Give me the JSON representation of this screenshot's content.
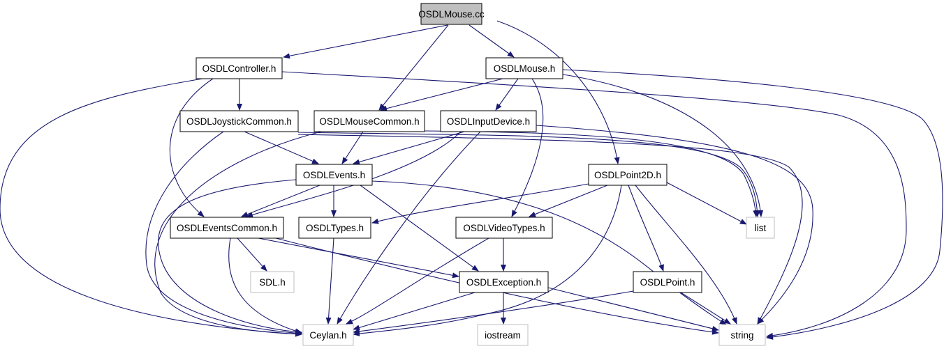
{
  "diagram": {
    "type": "include-dependency-graph",
    "root": "OSDLMouse.cc",
    "colors": {
      "root_fill": "#bfbfbf",
      "node_border": "#000000",
      "external_border": "#bfbfbf",
      "edge": "#191970",
      "background": "#ffffff"
    },
    "nodes": [
      {
        "id": "mouse_cc",
        "label": "OSDLMouse.cc",
        "kind": "root"
      },
      {
        "id": "controller_h",
        "label": "OSDLController.h",
        "kind": "file"
      },
      {
        "id": "mouse_h",
        "label": "OSDLMouse.h",
        "kind": "file"
      },
      {
        "id": "joystick_common_h",
        "label": "OSDLJoystickCommon.h",
        "kind": "file"
      },
      {
        "id": "mouse_common_h",
        "label": "OSDLMouseCommon.h",
        "kind": "file"
      },
      {
        "id": "input_device_h",
        "label": "OSDLInputDevice.h",
        "kind": "file"
      },
      {
        "id": "events_h",
        "label": "OSDLEvents.h",
        "kind": "file"
      },
      {
        "id": "point2d_h",
        "label": "OSDLPoint2D.h",
        "kind": "file"
      },
      {
        "id": "events_common_h",
        "label": "OSDLEventsCommon.h",
        "kind": "file"
      },
      {
        "id": "types_h",
        "label": "OSDLTypes.h",
        "kind": "file"
      },
      {
        "id": "video_types_h",
        "label": "OSDLVideoTypes.h",
        "kind": "file"
      },
      {
        "id": "list",
        "label": "list",
        "kind": "external"
      },
      {
        "id": "sdl_h",
        "label": "SDL.h",
        "kind": "external"
      },
      {
        "id": "exception_h",
        "label": "OSDLException.h",
        "kind": "file"
      },
      {
        "id": "point_h",
        "label": "OSDLPoint.h",
        "kind": "file"
      },
      {
        "id": "ceylan_h",
        "label": "Ceylan.h",
        "kind": "external"
      },
      {
        "id": "iostream",
        "label": "iostream",
        "kind": "external"
      },
      {
        "id": "string",
        "label": "string",
        "kind": "external"
      }
    ],
    "edges": [
      {
        "from": "mouse_cc",
        "to": "controller_h"
      },
      {
        "from": "mouse_cc",
        "to": "mouse_h"
      },
      {
        "from": "mouse_cc",
        "to": "mouse_common_h"
      },
      {
        "from": "mouse_cc",
        "to": "point2d_h"
      },
      {
        "from": "controller_h",
        "to": "joystick_common_h"
      },
      {
        "from": "controller_h",
        "to": "events_common_h"
      },
      {
        "from": "controller_h",
        "to": "ceylan_h"
      },
      {
        "from": "controller_h",
        "to": "string"
      },
      {
        "from": "mouse_h",
        "to": "mouse_common_h"
      },
      {
        "from": "mouse_h",
        "to": "input_device_h"
      },
      {
        "from": "mouse_h",
        "to": "video_types_h"
      },
      {
        "from": "mouse_h",
        "to": "list"
      },
      {
        "from": "mouse_h",
        "to": "string"
      },
      {
        "from": "joystick_common_h",
        "to": "events_h"
      },
      {
        "from": "joystick_common_h",
        "to": "ceylan_h"
      },
      {
        "from": "joystick_common_h",
        "to": "list"
      },
      {
        "from": "joystick_common_h",
        "to": "string"
      },
      {
        "from": "mouse_common_h",
        "to": "events_h"
      },
      {
        "from": "mouse_common_h",
        "to": "ceylan_h"
      },
      {
        "from": "mouse_common_h",
        "to": "list"
      },
      {
        "from": "input_device_h",
        "to": "events_h"
      },
      {
        "from": "input_device_h",
        "to": "events_common_h"
      },
      {
        "from": "input_device_h",
        "to": "ceylan_h"
      },
      {
        "from": "input_device_h",
        "to": "string"
      },
      {
        "from": "events_h",
        "to": "events_common_h"
      },
      {
        "from": "events_h",
        "to": "types_h"
      },
      {
        "from": "events_h",
        "to": "exception_h"
      },
      {
        "from": "events_h",
        "to": "ceylan_h"
      },
      {
        "from": "events_h",
        "to": "string"
      },
      {
        "from": "point2d_h",
        "to": "types_h"
      },
      {
        "from": "point2d_h",
        "to": "video_types_h"
      },
      {
        "from": "point2d_h",
        "to": "point_h"
      },
      {
        "from": "point2d_h",
        "to": "list"
      },
      {
        "from": "point2d_h",
        "to": "ceylan_h"
      },
      {
        "from": "point2d_h",
        "to": "string"
      },
      {
        "from": "events_common_h",
        "to": "sdl_h"
      },
      {
        "from": "events_common_h",
        "to": "exception_h"
      },
      {
        "from": "events_common_h",
        "to": "ceylan_h"
      },
      {
        "from": "events_common_h",
        "to": "string"
      },
      {
        "from": "types_h",
        "to": "ceylan_h"
      },
      {
        "from": "video_types_h",
        "to": "exception_h"
      },
      {
        "from": "video_types_h",
        "to": "ceylan_h"
      },
      {
        "from": "exception_h",
        "to": "iostream"
      },
      {
        "from": "exception_h",
        "to": "ceylan_h"
      },
      {
        "from": "exception_h",
        "to": "string"
      },
      {
        "from": "point_h",
        "to": "ceylan_h"
      },
      {
        "from": "point_h",
        "to": "string"
      }
    ]
  }
}
